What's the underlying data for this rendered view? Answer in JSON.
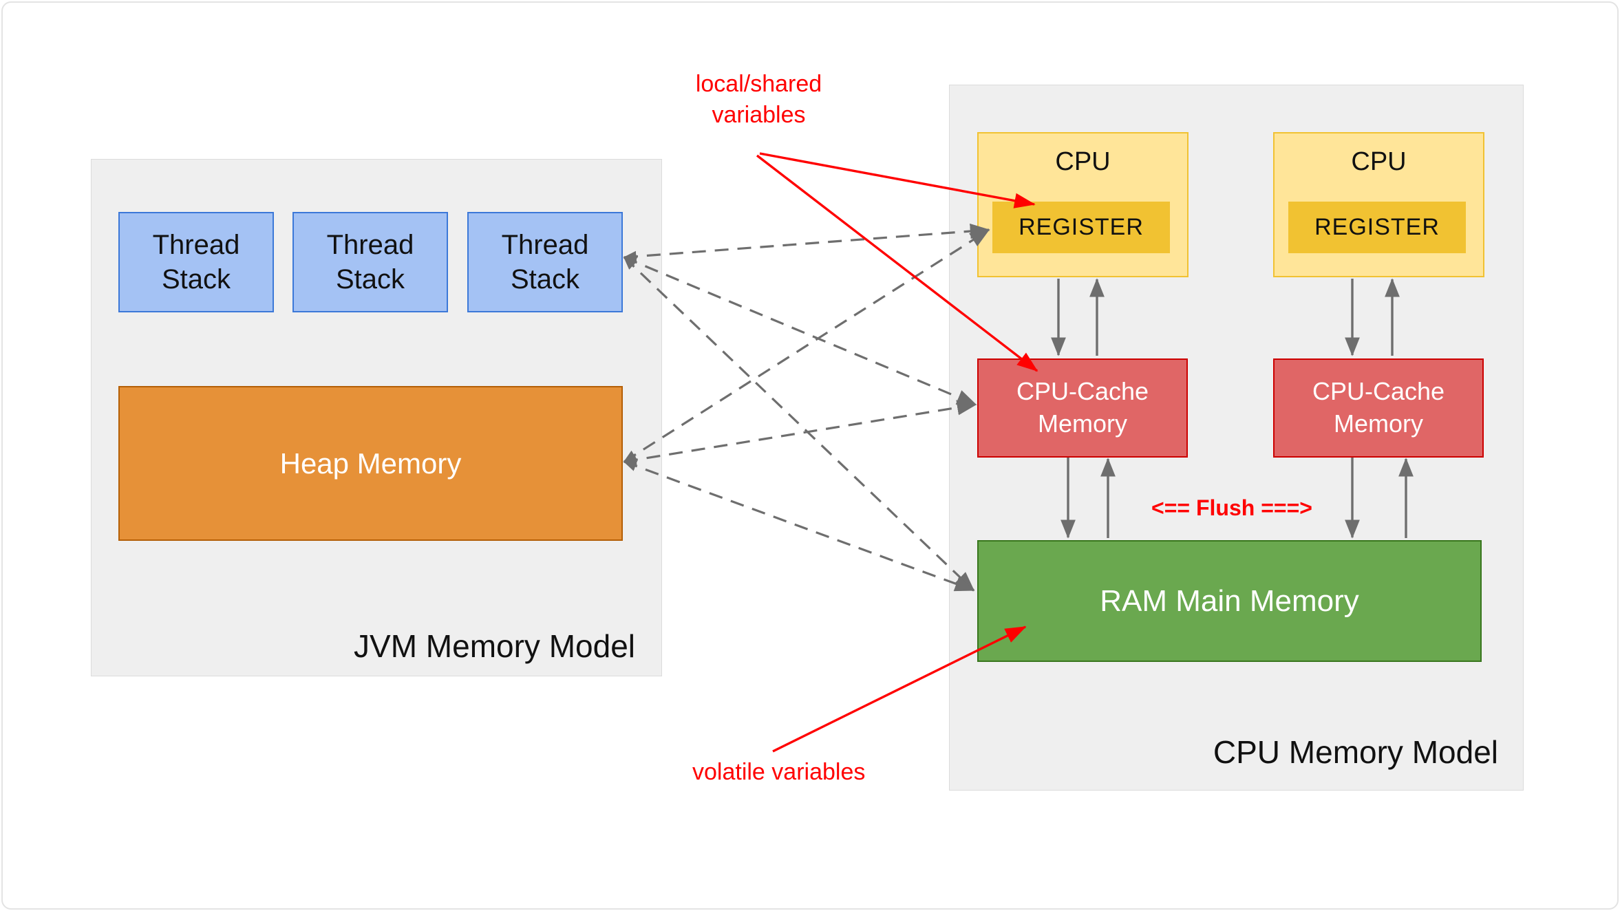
{
  "jvm_panel": {
    "title": "JVM Memory Model",
    "thread_stacks": [
      "Thread Stack",
      "Thread Stack",
      "Thread Stack"
    ],
    "heap": "Heap Memory"
  },
  "cpu_panel": {
    "title": "CPU Memory Model",
    "cpus": [
      {
        "label": "CPU",
        "register": "REGISTER"
      },
      {
        "label": "CPU",
        "register": "REGISTER"
      }
    ],
    "caches": [
      "CPU-Cache Memory",
      "CPU-Cache Memory"
    ],
    "ram": "RAM Main Memory",
    "flush": "<== Flush ===>"
  },
  "annotations": {
    "local_shared": "local/shared variables",
    "volatile": "volatile variables"
  },
  "connections": {
    "dashed": "thread-stack and heap to register, cpu-cache, ram (bidirectional)",
    "solid": "cpu to cache and cache to ram (paired up/down arrows)",
    "red": "annotation arrows to register, cpu-cache, ram"
  },
  "colors": {
    "panel_bg": "#efefef",
    "panel_border": "#dcdcdc",
    "frame_border": "#e3e3e3",
    "thread_fill": "#a4c2f4",
    "thread_border": "#3c78d8",
    "heap_fill": "#e69138",
    "heap_border": "#b45f06",
    "cpu_fill": "#ffe599",
    "cpu_border": "#f1c232",
    "register_fill": "#f1c232",
    "cache_fill": "#e06666",
    "cache_border": "#cc0000",
    "ram_fill": "#6aa84f",
    "ram_border": "#38761d",
    "connector_gray": "#6e6e6e",
    "annotation_red": "#ff0000",
    "text_dark": "#111111",
    "text_light": "#ffffff"
  }
}
